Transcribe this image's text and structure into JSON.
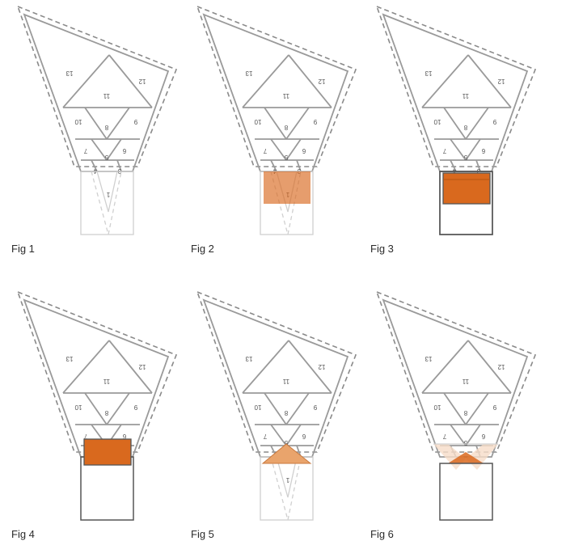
{
  "colors": {
    "fabric": "#d9691e",
    "fabric_light": "#e9a46c",
    "fabric_pale": "#f6dcc8",
    "seam": "#9a9a9a",
    "dashed_outline": "#8a8a8a"
  },
  "section_numbers": [
    "1",
    "3",
    "4",
    "5",
    "6",
    "7",
    "8",
    "9",
    "10",
    "11",
    "12",
    "13"
  ],
  "figures": [
    {
      "caption": "Fig 1",
      "state": "template"
    },
    {
      "caption": "Fig 2",
      "state": "fabric-placed-translucent"
    },
    {
      "caption": "Fig 3",
      "state": "fabric-placed"
    },
    {
      "caption": "Fig 4",
      "state": "fabric-sewn"
    },
    {
      "caption": "Fig 5",
      "state": "triangle-folded"
    },
    {
      "caption": "Fig 6",
      "state": "corners-trimmed"
    }
  ]
}
